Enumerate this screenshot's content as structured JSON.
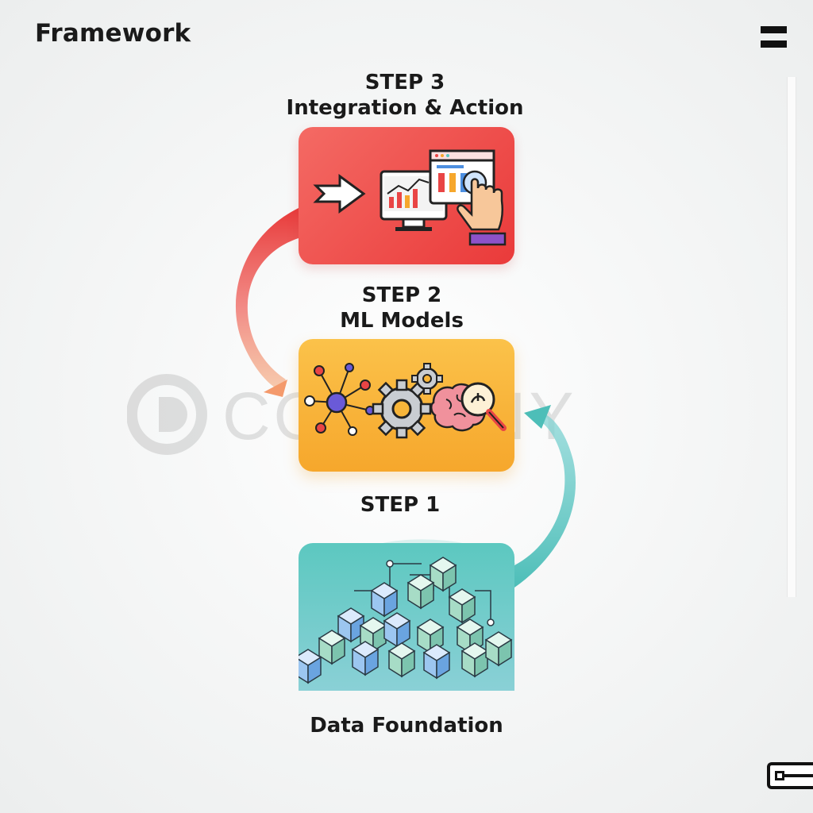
{
  "header": {
    "title": "Framework"
  },
  "watermark": {
    "text": "COMPANY"
  },
  "steps": [
    {
      "label": "STEP 3",
      "name": "Integration & Action",
      "icon": "dashboard-touch-icon"
    },
    {
      "label": "STEP 2",
      "name": "ML Models",
      "icon": "network-gears-brain-icon"
    },
    {
      "label": "STEP 1",
      "name": "Data Foundation",
      "icon": "data-cubes-icon"
    }
  ],
  "colors": {
    "step3": "#ea3a3a",
    "step2": "#f8b33a",
    "step1": "#5cc8c0"
  }
}
